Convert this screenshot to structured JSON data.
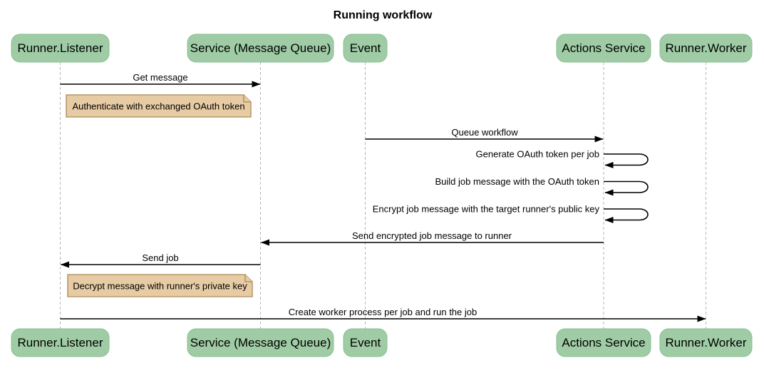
{
  "title": "Running workflow",
  "participants": [
    {
      "id": "runner-listener",
      "label": "Runner.Listener"
    },
    {
      "id": "service-message-queue",
      "label": "Service (Message Queue)"
    },
    {
      "id": "event",
      "label": "Event"
    },
    {
      "id": "actions-service",
      "label": "Actions Service"
    },
    {
      "id": "runner-worker",
      "label": "Runner.Worker"
    }
  ],
  "messages": [
    {
      "type": "arrow",
      "from": "Runner.Listener",
      "to": "Service (Message Queue)",
      "label": "Get message"
    },
    {
      "type": "note",
      "over": "Runner.Listener",
      "label": "Authenticate with exchanged OAuth token"
    },
    {
      "type": "arrow",
      "from": "Event",
      "to": "Actions Service",
      "label": "Queue workflow"
    },
    {
      "type": "self",
      "actor": "Actions Service",
      "label": "Generate OAuth token per job"
    },
    {
      "type": "self",
      "actor": "Actions Service",
      "label": "Build job message with the OAuth token"
    },
    {
      "type": "self",
      "actor": "Actions Service",
      "label": "Encrypt job message with the target runner's public key"
    },
    {
      "type": "arrow",
      "from": "Actions Service",
      "to": "Service (Message Queue)",
      "label": "Send encrypted job message to runner"
    },
    {
      "type": "arrow",
      "from": "Service (Message Queue)",
      "to": "Runner.Listener",
      "label": "Send job"
    },
    {
      "type": "note",
      "over": "Runner.Listener",
      "label": "Decrypt message with runner's private key"
    },
    {
      "type": "arrow",
      "from": "Runner.Listener",
      "to": "Runner.Worker",
      "label": "Create worker process per job and run the job"
    }
  ],
  "colors": {
    "participant_fill": "#9FCCA5",
    "participant_border": "#8ABF94",
    "note_fill": "#E7CBA4",
    "note_border": "#AB8A56",
    "lifeline": "#B5B5B5",
    "message": "#000000"
  }
}
